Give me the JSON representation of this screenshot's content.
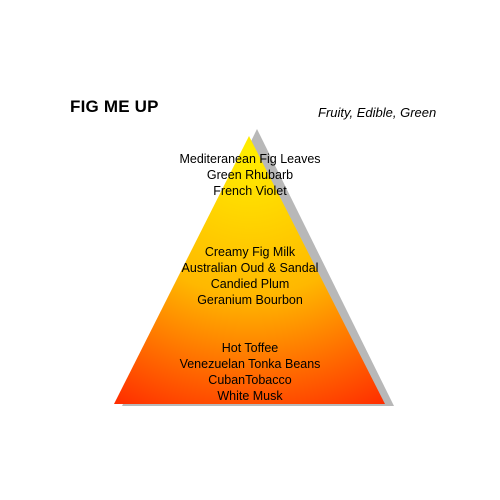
{
  "header": {
    "title": "FIG ME UP",
    "tagline": "Fruity, Edible, Green"
  },
  "pyramid": {
    "colors": {
      "apex": "#ffee00",
      "mid": "#ffb800",
      "base": "#ff2a00",
      "shadow": "#b8b8b8"
    },
    "tiers": [
      {
        "name": "top",
        "notes": [
          "Mediteranean Fig Leaves",
          "Green Rhubarb",
          "French Violet"
        ]
      },
      {
        "name": "middle",
        "notes": [
          "Creamy Fig Milk",
          "Australian Oud & Sandal",
          "Candied Plum",
          "Geranium Bourbon"
        ]
      },
      {
        "name": "base",
        "notes": [
          "Hot Toffee",
          "Venezuelan Tonka Beans",
          "CubanTobacco",
          "White Musk"
        ]
      }
    ]
  }
}
